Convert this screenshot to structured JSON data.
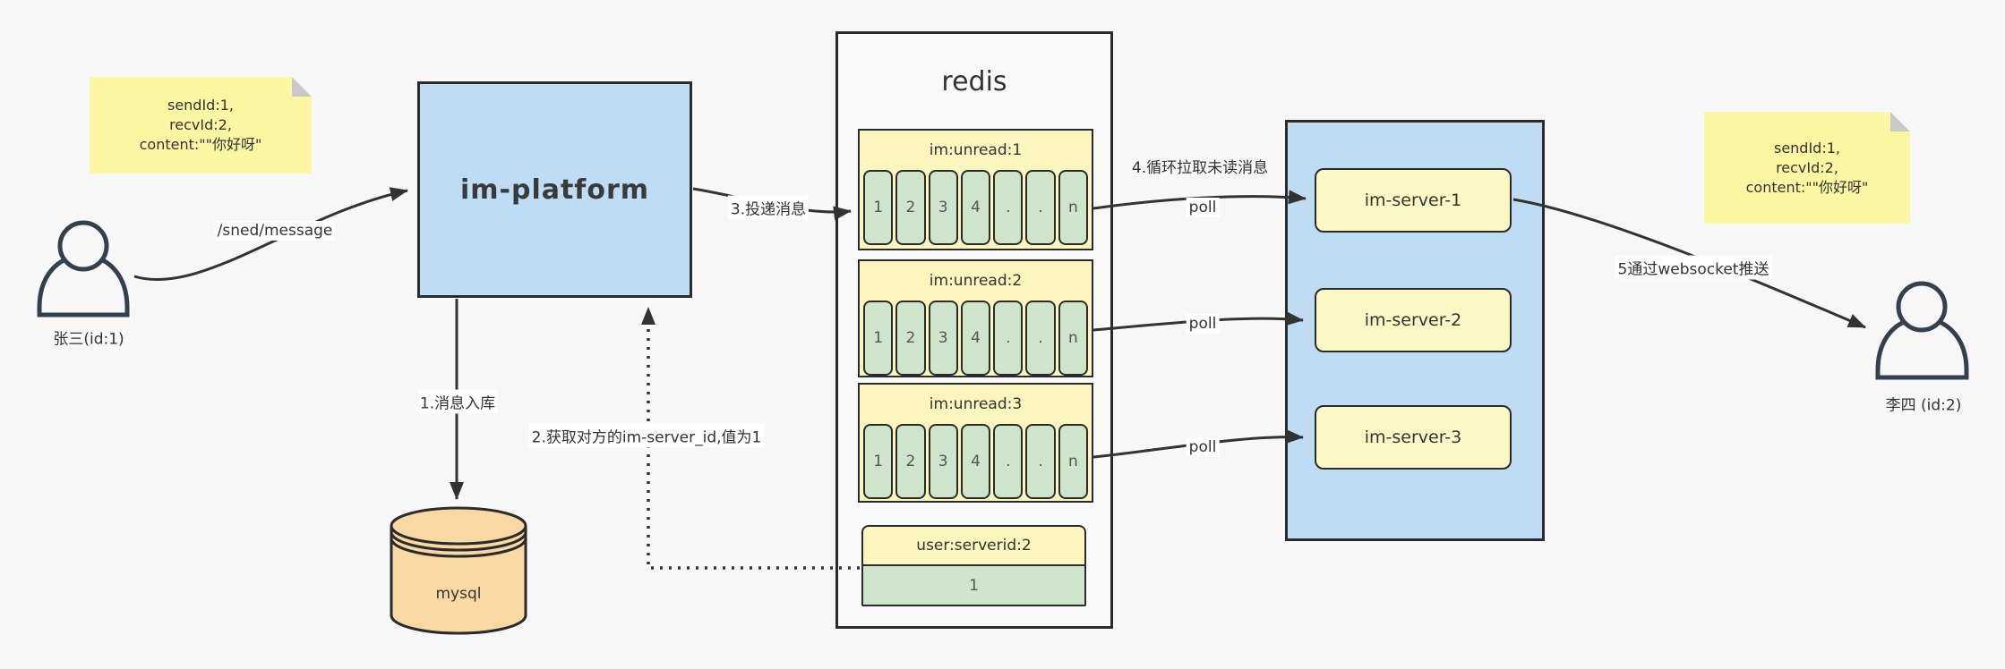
{
  "diagram": {
    "notes": {
      "left_lines": [
        "sendId:1,",
        "recvId:2,",
        "content:\"\"你好呀\""
      ],
      "right_lines": [
        "sendId:1,",
        "recvId:2,",
        "content:\"\"你好呀\""
      ]
    },
    "actors": {
      "sender_label": "张三(id:1)",
      "receiver_label": "李四 (id:2)"
    },
    "platform": {
      "label": "im-platform"
    },
    "database": {
      "label": "mysql"
    },
    "redis": {
      "title": "redis",
      "queues": [
        {
          "header": "im:unread:1",
          "cells": [
            "1",
            "2",
            "3",
            "4",
            ".",
            ".",
            "n"
          ]
        },
        {
          "header": "im:unread:2",
          "cells": [
            "1",
            "2",
            "3",
            "4",
            ".",
            ".",
            "n"
          ]
        },
        {
          "header": "im:unread:3",
          "cells": [
            "1",
            "2",
            "3",
            "4",
            ".",
            ".",
            "n"
          ]
        }
      ],
      "kv": {
        "header": "user:serverid:2",
        "value": "1"
      }
    },
    "servers": [
      {
        "label": "im-server-1"
      },
      {
        "label": "im-server-2"
      },
      {
        "label": "im-server-3"
      }
    ],
    "edges": {
      "send": "/sned/message",
      "step1": "1.消息入库",
      "step2": "2.获取对方的im-server_id,值为1",
      "step3": "3.投递消息",
      "step4": "4.循环拉取未读消息",
      "poll1": "poll",
      "poll2": "poll",
      "poll3": "poll",
      "step5": "5通过websocket推送"
    },
    "colors": {
      "node_blue": "#BEDCF4",
      "note_yellow": "#FBF6A2",
      "box_yellow": "#FBF5BE",
      "cell_green": "#CEE5CB",
      "db_orange": "#F8D9A4",
      "stroke": "#333333",
      "background": "#F7F7F7"
    }
  }
}
